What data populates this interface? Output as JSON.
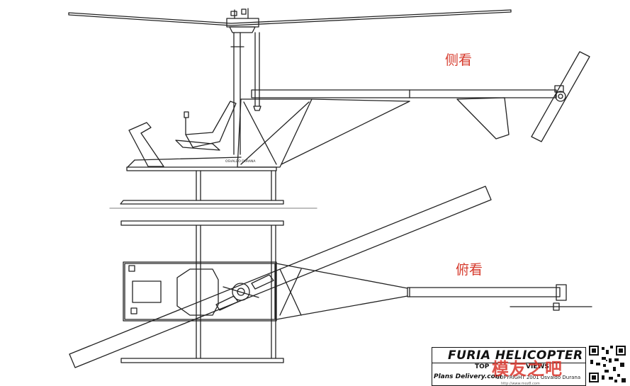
{
  "labels": {
    "side_view": "侧看",
    "top_view": "俯看"
  },
  "title_block": {
    "title": "FURIA HELICOPTER",
    "top_label": "TOP",
    "views_label": "VIEWS",
    "plans": "Plans Delivery.com",
    "copyright": "COPYRIGHT 2001 Osvaldo Durana",
    "url": "http://www.moz8.com"
  },
  "seat_label": "OSVALDO DURANA",
  "watermark": "模友之吧",
  "colors": {
    "line": "#222222",
    "label_red": "#d63a2c",
    "background": "#ffffff"
  }
}
